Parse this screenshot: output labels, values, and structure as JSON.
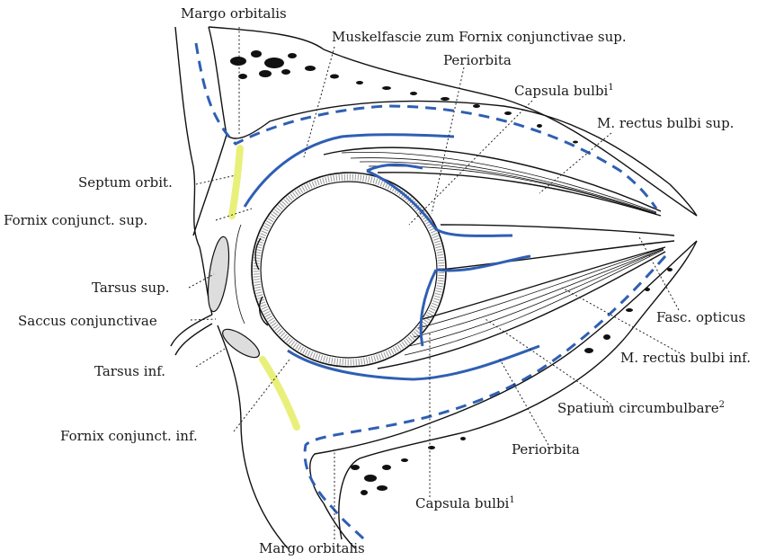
{
  "labels": {
    "margo_top": "Margo orbitalis",
    "muskelfascie": "Muskelfascie zum Fornix conjunctivae sup.",
    "periorbita_top": "Periorbita",
    "capsula_top": "Capsula bulbi",
    "capsula_top_sup": "1",
    "rectus_sup": "M. rectus bulbi sup.",
    "septum": "Septum orbit.",
    "fornix_sup": "Fornix conjunct. sup.",
    "tarsus_sup": "Tarsus sup.",
    "saccus": "Saccus conjunctivae",
    "tarsus_inf": "Tarsus inf.",
    "fornix_inf": "Fornix conjunct. inf.",
    "fasc_opticus": "Fasc. opticus",
    "rectus_inf": "M. rectus bulbi inf.",
    "spatium": "Spatium circumbulbare",
    "spatium_sup": "2",
    "periorbita_bottom": "Periorbita",
    "capsula_bottom": "Capsula bulbi",
    "capsula_bottom_sup": "1",
    "margo_bottom": "Margo orbitalis"
  },
  "colors": {
    "capsule": "#2f5fb3",
    "septum": "#e9f07a",
    "ink": "#111111"
  }
}
